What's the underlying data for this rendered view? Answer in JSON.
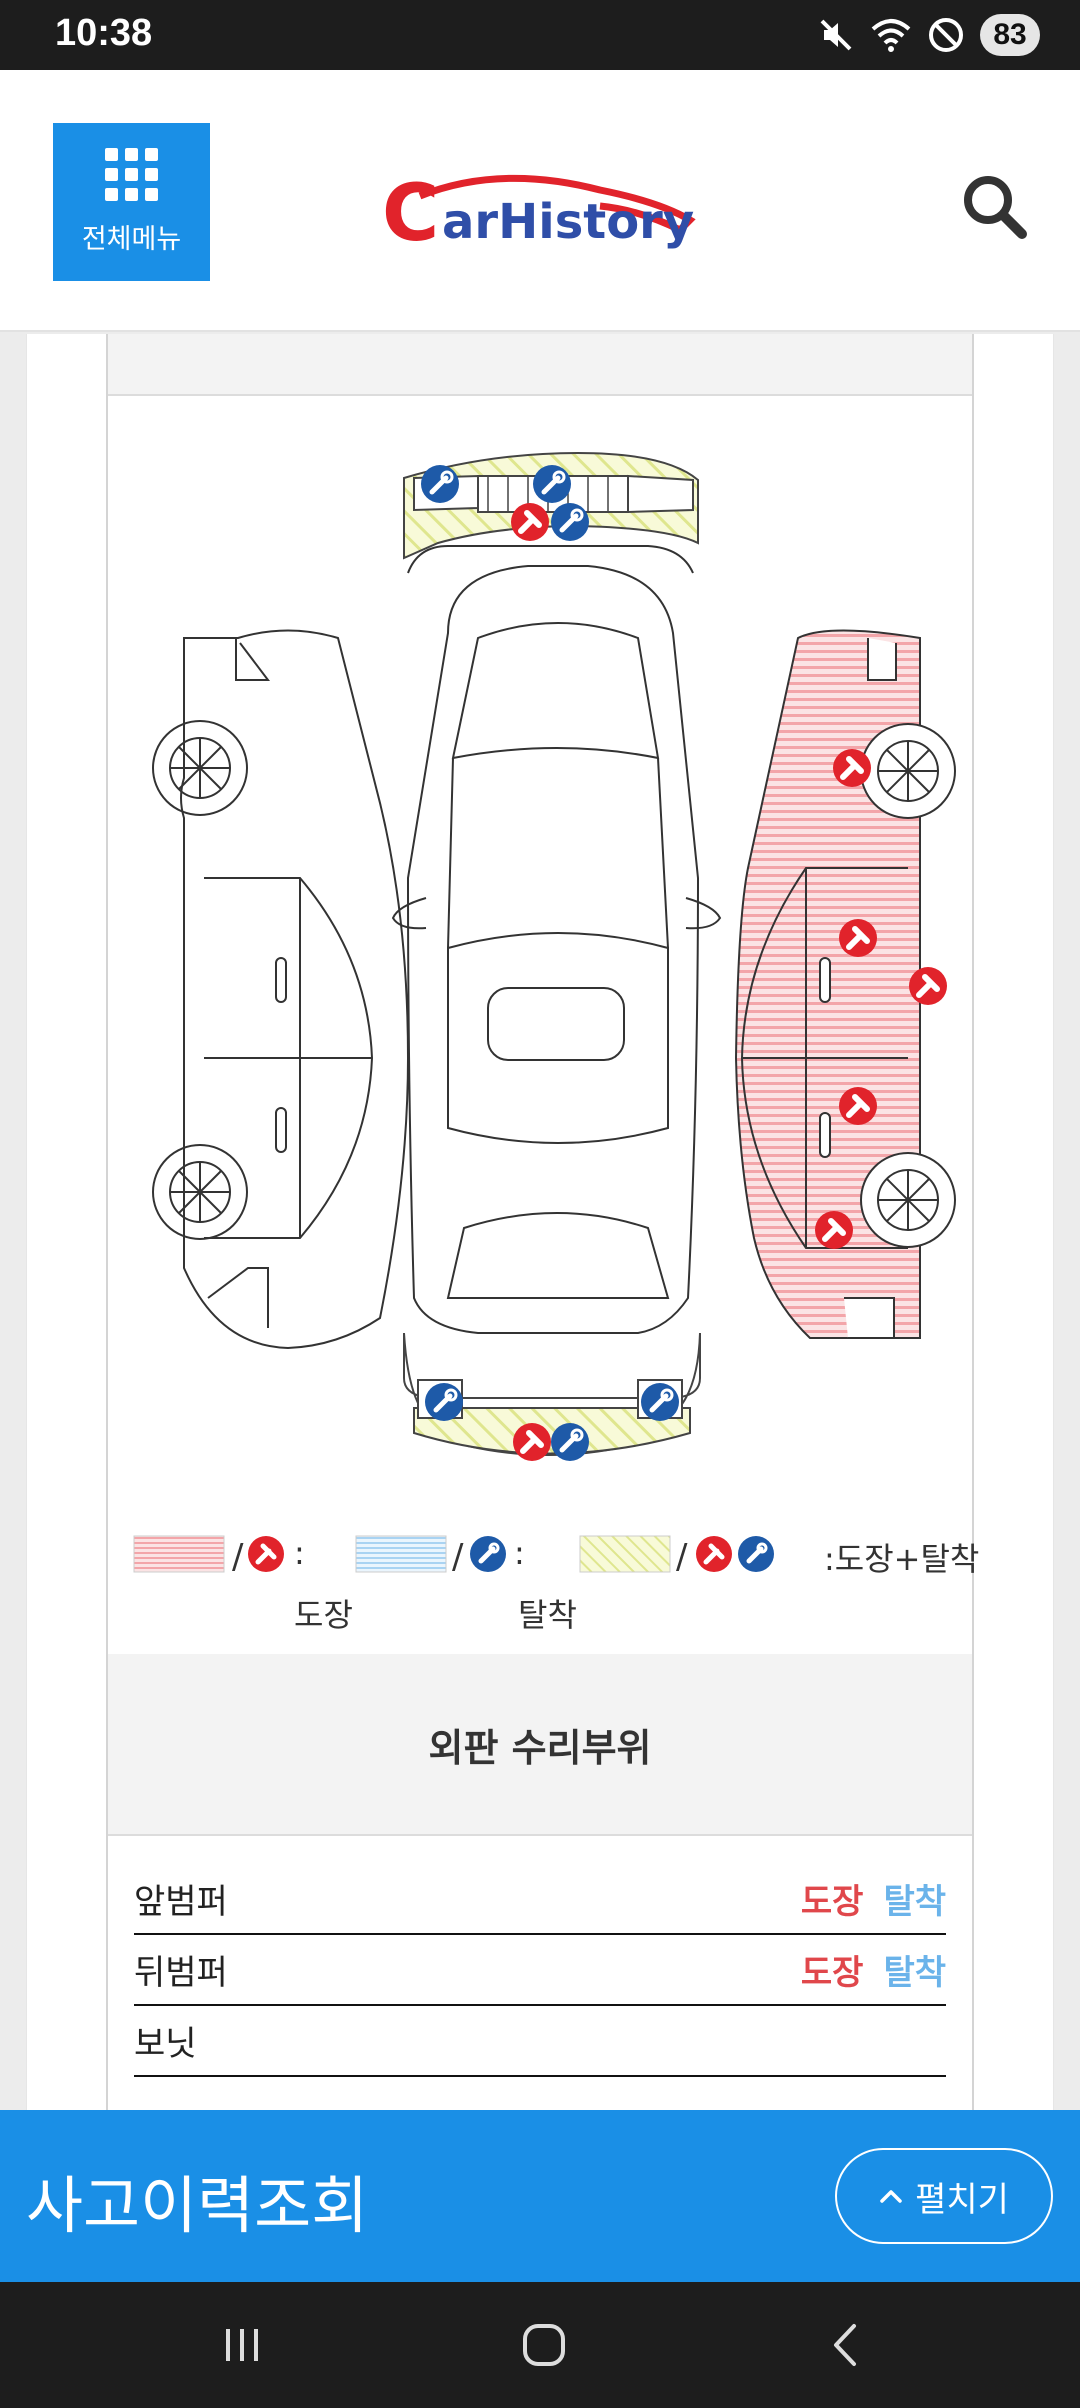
{
  "status_bar": {
    "time": "10:38",
    "battery": "83"
  },
  "header": {
    "menu_label": "전체메뉴",
    "logo_text": "CarHistory",
    "icons": {
      "menu": "grid-icon",
      "search": "search-icon"
    }
  },
  "legend": {
    "paint_caption": "도장",
    "detach_caption": "탈착",
    "combo_caption": ":도장+탈착",
    "colon": ":"
  },
  "section": {
    "title": "외판 수리부위"
  },
  "repairs": [
    {
      "name": "앞범퍼",
      "paint": "도장",
      "detach": "탈착"
    },
    {
      "name": "뒤범퍼",
      "paint": "도장",
      "detach": "탈착"
    },
    {
      "name": "보닛",
      "paint": "",
      "detach": ""
    }
  ],
  "bottom_bar": {
    "title": "사고이력조회",
    "expand_label": "펼치기"
  },
  "colors": {
    "accent": "#1a8fe6",
    "paint": "#e0474b",
    "detach": "#6ab3ea",
    "combo": "#e7eeaa"
  }
}
